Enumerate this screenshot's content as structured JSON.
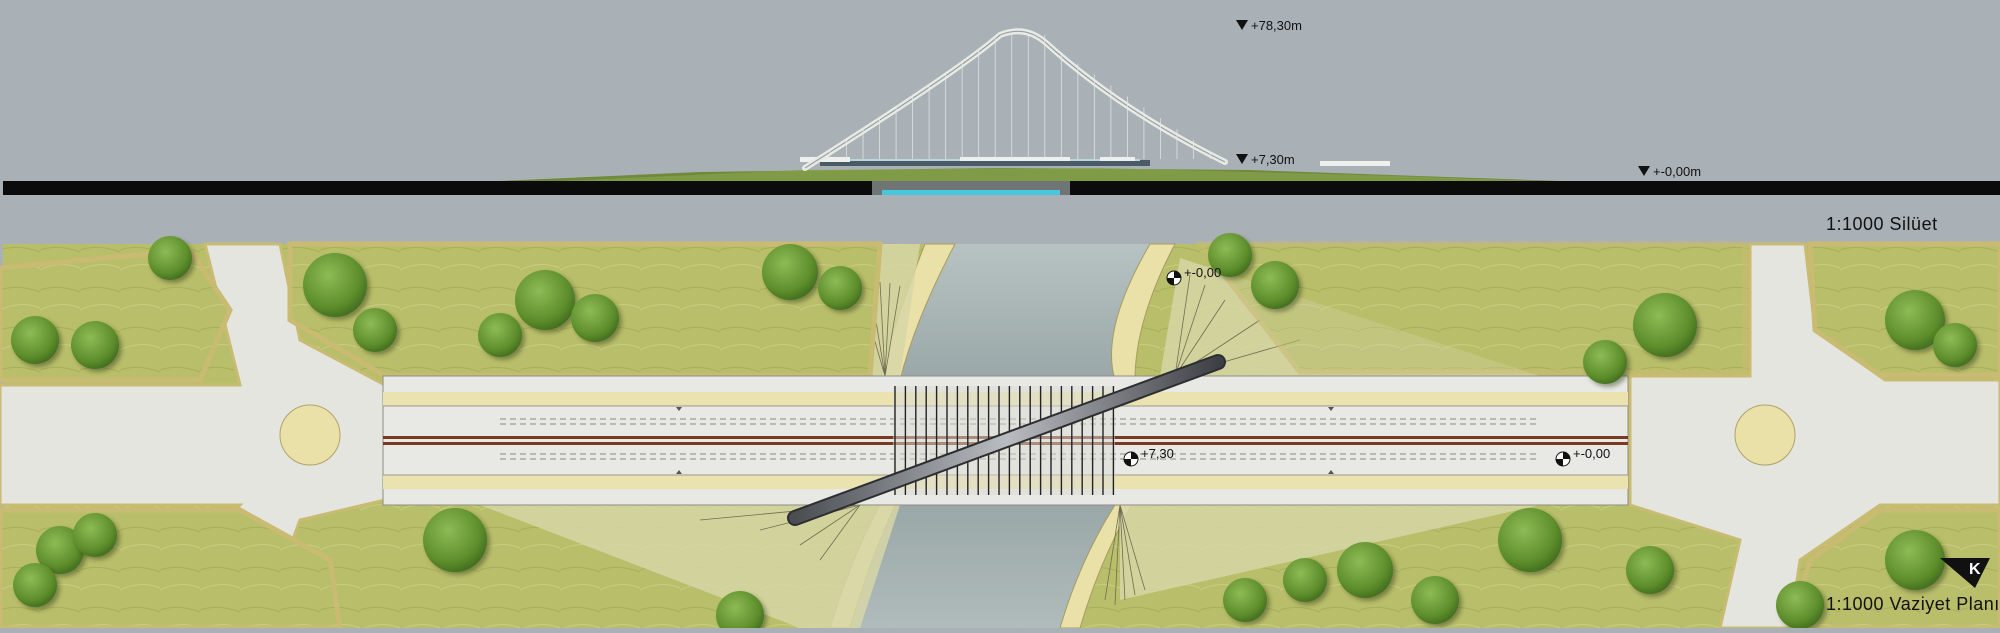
{
  "silhouette": {
    "elevations": {
      "top": "+78,30m",
      "deck": "+7,30m",
      "ground": "+-0,00m"
    },
    "scale_label": "1:1000  Silüet"
  },
  "site_plan": {
    "elevations": {
      "bank_north": "+-0,00",
      "deck": "+7,30",
      "road_east": "+-0,00"
    },
    "scale_label": "1:1000  Vaziyet Planı",
    "north_label": "K"
  },
  "colors": {
    "sky": "#a9b0b6",
    "grass": "#b9be6a",
    "road": "#e4e5df",
    "sidewalk": "#eae1a8",
    "river": "#9aa7a8",
    "water_blue": "#48c6dc",
    "tree": "#5f8f2e",
    "ground_black": "#0b0b0b"
  }
}
